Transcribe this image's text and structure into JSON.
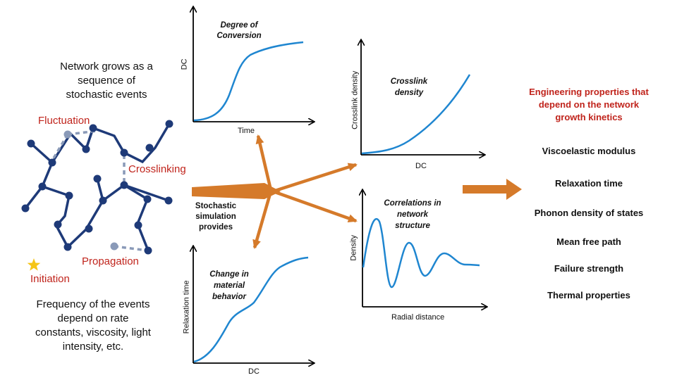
{
  "left_panel": {
    "intro_text": [
      "Network grows as a",
      "sequence of",
      "stochastic events"
    ],
    "event_labels": {
      "fluctuation": "Fluctuation",
      "crosslinking": "Crosslinking",
      "propagation": "Propagation",
      "initiation": "Initiation"
    },
    "footer_text": [
      "Frequency of the events",
      "depend on rate",
      "constants, viscosity, light",
      "intensity,  etc."
    ]
  },
  "center": {
    "simulation_text": [
      "Stochastic",
      "simulation",
      "provides"
    ]
  },
  "plots": {
    "degree_of_conversion": {
      "title": [
        "Degree of",
        "Conversion"
      ],
      "xlabel": "Time",
      "ylabel": "DC"
    },
    "change_in_behavior": {
      "title": [
        "Change in",
        "material",
        "behavior"
      ],
      "xlabel": "DC",
      "ylabel": "Relaxation time"
    },
    "crosslink_density": {
      "title": [
        "Crosslink",
        "density"
      ],
      "xlabel": "DC",
      "ylabel": "Crosslink density"
    },
    "correlations": {
      "title": [
        "Correlations in",
        "network",
        "structure"
      ],
      "xlabel": "Radial distance",
      "ylabel": "Density"
    }
  },
  "right_panel": {
    "heading": [
      "Engineering properties that",
      "depend on the network",
      "growth kinetics"
    ],
    "properties": [
      "Viscoelastic modulus",
      "Relaxation time",
      "Phonon density of states",
      "Mean free path",
      "Failure strength",
      "Thermal properties"
    ]
  },
  "colors": {
    "network": "#1e3a78",
    "dashed_link": "#8a9ab8",
    "curve": "#1f86d0",
    "arrow": "#d57a2a",
    "heading": "#c0241c",
    "star": "#f5c518"
  }
}
